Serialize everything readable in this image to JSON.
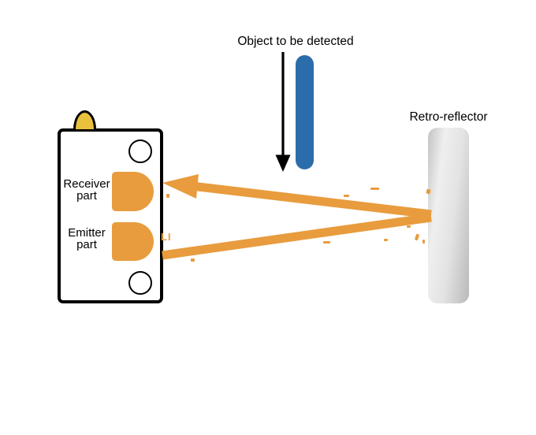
{
  "labels": {
    "object": "Object to be detected",
    "reflector": "Retro-reflector"
  },
  "sensor": {
    "receiver_line1": "Receiver",
    "receiver_line2": "part",
    "emitter_line1": "Emitter",
    "emitter_line2": "part"
  },
  "artifact_text": "LI",
  "colors": {
    "beam": "#E89C3E",
    "dome": "#E9C13C",
    "object_blue": "#2B6CAB",
    "outline": "#000000",
    "reflector_light": "#EFEFEF",
    "reflector_dark": "#B9B9B9"
  }
}
